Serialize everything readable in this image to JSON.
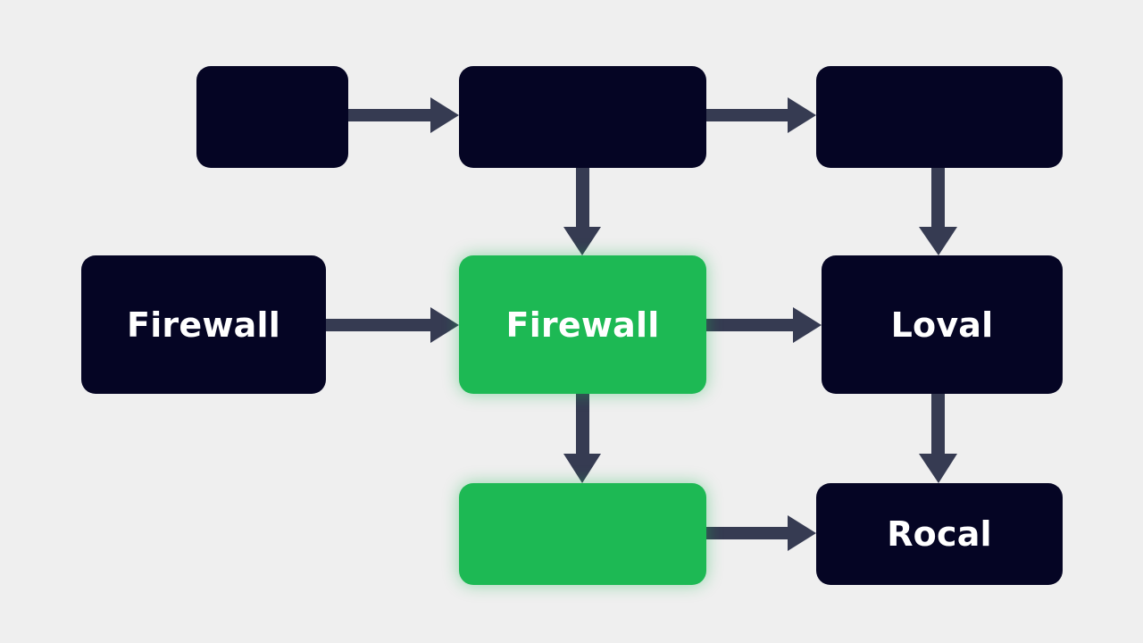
{
  "diagram": {
    "nodes": [
      {
        "id": "node-a",
        "label": "",
        "color": "#050524"
      },
      {
        "id": "node-b",
        "label": "",
        "color": "#050524"
      },
      {
        "id": "node-c",
        "label": "",
        "color": "#050524"
      },
      {
        "id": "node-d",
        "label": "Firewall",
        "color": "#050524"
      },
      {
        "id": "node-e",
        "label": "Firewall",
        "color": "#1db954"
      },
      {
        "id": "node-f",
        "label": "Loval",
        "color": "#050524"
      },
      {
        "id": "node-g",
        "label": "",
        "color": "#1db954"
      },
      {
        "id": "node-h",
        "label": "Rocal",
        "color": "#050524"
      }
    ],
    "edges": [
      {
        "from": "node-a",
        "to": "node-b"
      },
      {
        "from": "node-b",
        "to": "node-c"
      },
      {
        "from": "node-b",
        "to": "node-e"
      },
      {
        "from": "node-c",
        "to": "node-f"
      },
      {
        "from": "node-d",
        "to": "node-e"
      },
      {
        "from": "node-e",
        "to": "node-f"
      },
      {
        "from": "node-e",
        "to": "node-g"
      },
      {
        "from": "node-f",
        "to": "node-h"
      },
      {
        "from": "node-g",
        "to": "node-h"
      }
    ],
    "connector_color": "#363b52"
  }
}
